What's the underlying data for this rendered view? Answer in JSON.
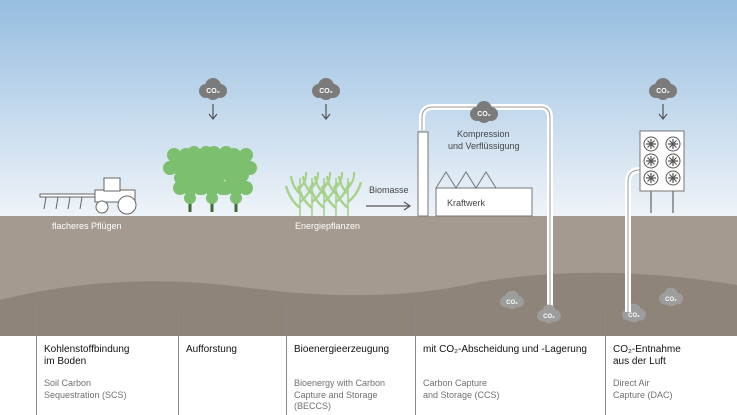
{
  "colors": {
    "sky_top": "#96bde0",
    "sky_bottom": "#f1f5f9",
    "soil_top": "#a59a8f",
    "soil_deep": "#8f8479",
    "tree_green": "#7cbf6e",
    "corn_green": "#a6d18a",
    "cloud_gray": "#7b7b7b",
    "pipe_white": "#ffffff",
    "panel_bg": "#ffffff"
  },
  "diagram": {
    "co2": "CO₂",
    "labels": {
      "plough": "flacheres Pflügen",
      "energy_plants": "Energiepflanzen",
      "biomass": "Biomasse",
      "compression_line1": "Kompression",
      "compression_line2": "und Verflüssigung",
      "power_plant": "Kraftwerk"
    },
    "icons": [
      "co2-cloud-icon",
      "arrow-down-icon",
      "tractor-icon",
      "tree-icon",
      "corn-icon",
      "factory-icon",
      "fan-icon"
    ]
  },
  "panels": [
    {
      "title": "Kohlenstoffbindung\nim Boden",
      "subtitle": "Soil Carbon\nSequestration (SCS)"
    },
    {
      "title": "Aufforstung",
      "subtitle": ""
    },
    {
      "title": "Bioenergieerzeugung",
      "subtitle": "Bioenergy with Carbon\nCapture and Storage (BECCS)"
    },
    {
      "title": "mit CO₂-Abscheidung und -Lagerung",
      "subtitle": "Carbon Capture\nand Storage (CCS)"
    },
    {
      "title": "CO₂-Entnahme\naus der Luft",
      "subtitle": "Direct Air\nCapture (DAC)"
    }
  ]
}
